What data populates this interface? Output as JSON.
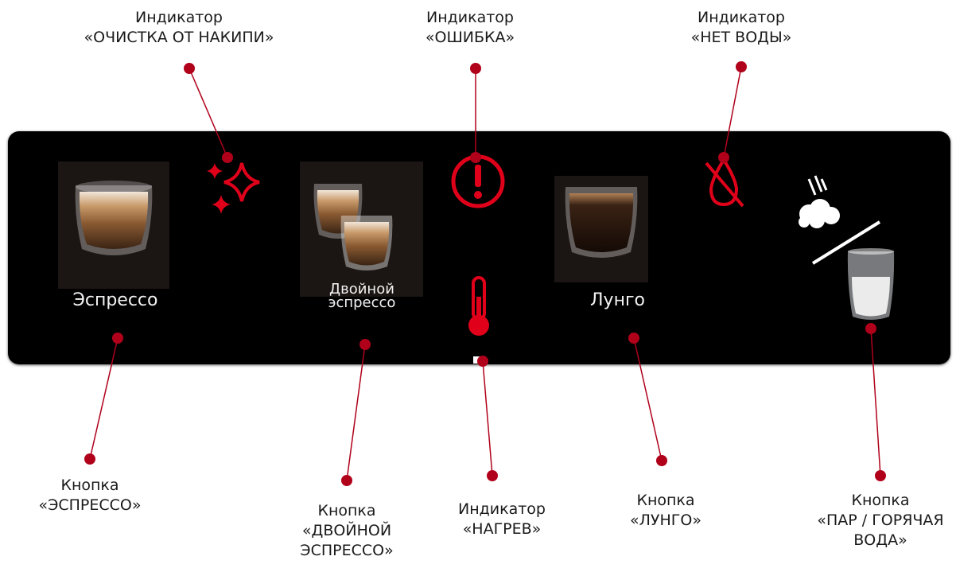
{
  "indicators": {
    "descale": {
      "title": "Индикатор",
      "name": "«ОЧИСТКА ОТ НАКИПИ»"
    },
    "error": {
      "title": "Индикатор",
      "name": "«ОШИБКА»"
    },
    "no_water": {
      "title": "Индикатор",
      "name": "«НЕТ ВОДЫ»"
    },
    "heating": {
      "title": "Индикатор",
      "name": "«НАГРЕВ»"
    }
  },
  "buttons": {
    "espresso": {
      "title": "Кнопка",
      "name": "«ЭСПРЕССО»",
      "panel_label": "Эспрессо"
    },
    "double": {
      "title": "Кнопка",
      "name_line1": "«ДВОЙНОЙ",
      "name_line2": "ЭСПРЕССО»",
      "panel_label_line1": "Двойной",
      "panel_label_line2": "эспрессо"
    },
    "lungo": {
      "title": "Кнопка",
      "name": "«ЛУНГО»",
      "panel_label": "Лунго"
    },
    "steam": {
      "title": "Кнопка",
      "name_line1": "«ПАР / ГОРЯЧАЯ",
      "name_line2": "ВОДА»"
    }
  },
  "colors": {
    "panel": "#000000",
    "indicator_red": "#e0001a",
    "callout_red": "#b0001a"
  },
  "icons": [
    "sparkle-icon",
    "warning-icon",
    "no-water-icon",
    "thermometer-icon",
    "steam-icon",
    "hot-water-glass-icon",
    "coffee-cup-icon"
  ]
}
